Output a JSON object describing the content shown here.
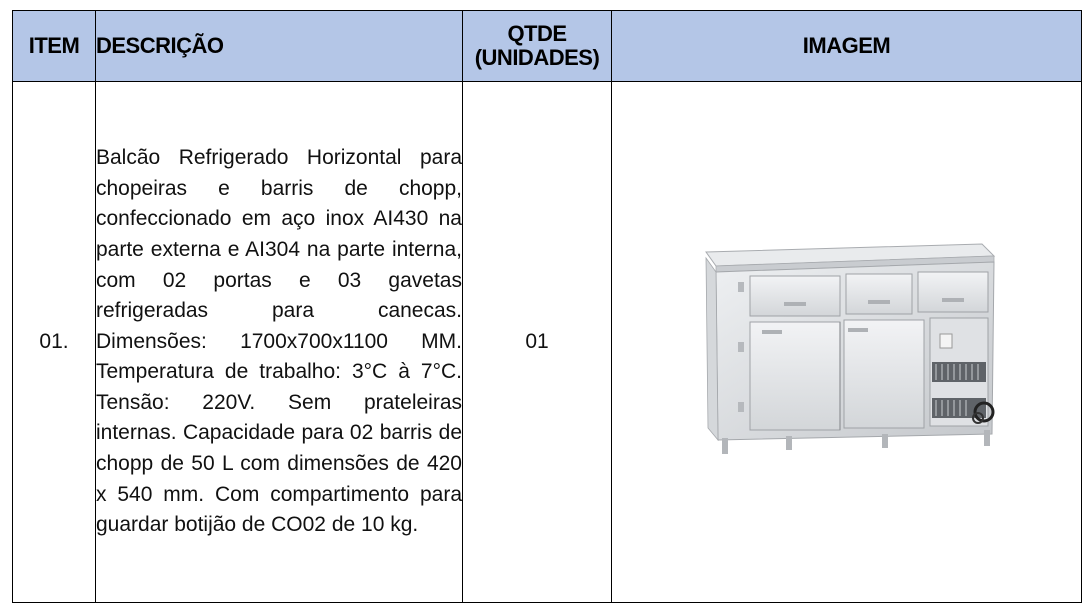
{
  "table": {
    "headers": {
      "item": "ITEM",
      "descricao": "DESCRIÇÃO",
      "qtde_line1": "QTDE",
      "qtde_line2": "(UNIDADES)",
      "imagem": "IMAGEM"
    },
    "rows": [
      {
        "item": "01.",
        "descricao": "Balcão Refrigerado Horizontal para chopeiras e barris de chopp, confeccionado em aço inox AI430 na parte externa e AI304 na parte interna, com 02 portas e 03 gavetas refrigeradas para canecas. Dimensões: 1700x700x1100 MM. Temperatura de trabalho: 3°C à 7°C. Tensão: 220V. Sem prateleiras internas. Capacidade para 02 barris de chopp de 50 L com dimensões de 420 x 540 mm. Com compartimento para guardar botijão de CO02 de 10 kg.",
        "qtde": "01",
        "imagem_icon": "refrigerated-counter-illustration"
      }
    ]
  },
  "colors": {
    "header_bg": "#b4c6e7",
    "border": "#000000",
    "steel_light": "#e6e7e9",
    "steel_dark": "#b9bcc0"
  }
}
